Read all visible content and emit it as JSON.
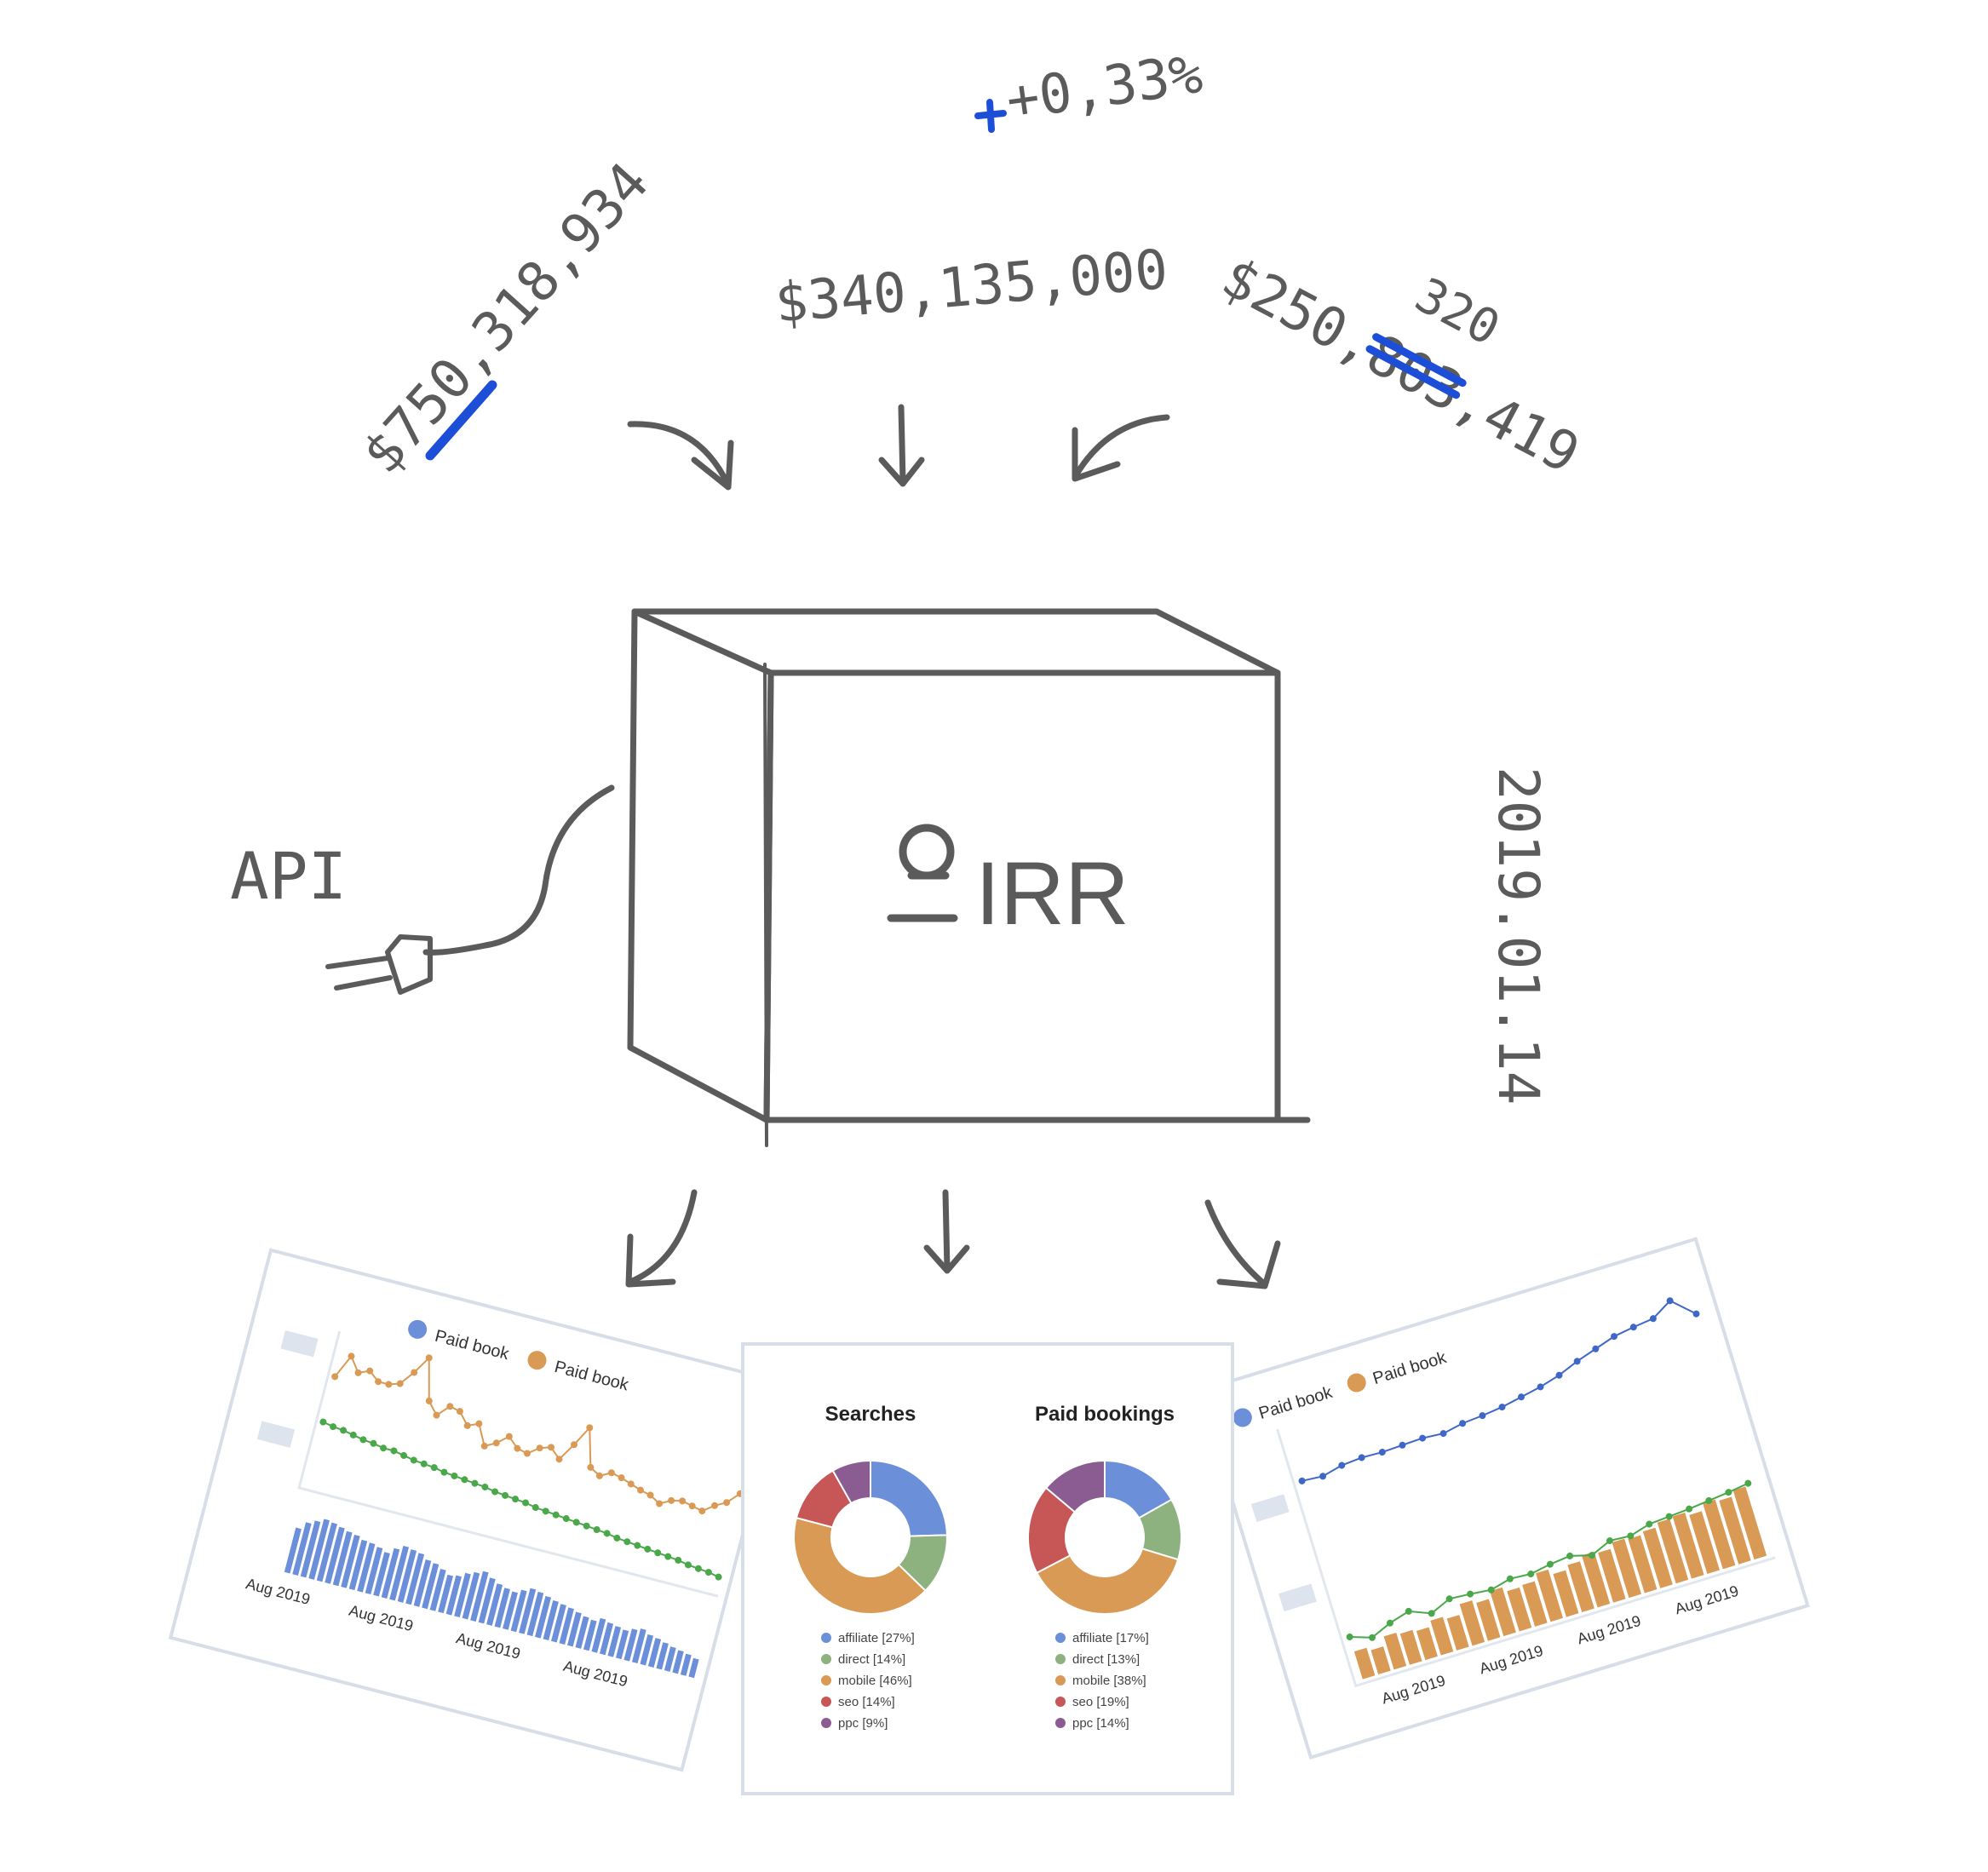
{
  "figures": {
    "change_pct": "+0,33%",
    "value_left": "$750,318,934",
    "value_center": "$340,135,000",
    "value_right_prefix": "$250,",
    "value_right_struck": "803",
    "value_right_suffix": ",419",
    "value_right_correction": "320",
    "api_label": "API",
    "date_label": "2019.01.14",
    "logo_text": "IRR"
  },
  "colors": {
    "sketch": "#5b5b5b",
    "pen_blue": "#1d4ed8",
    "card_border": "#d7dee8",
    "affiliate": "#6b8fd9",
    "direct": "#8db27f",
    "mobile": "#d89a55",
    "seo": "#c75656",
    "ppc": "#8a5c92",
    "line_green": "#4aa84a"
  },
  "cards": {
    "left": {
      "legend": [
        "Paid book",
        "Paid book"
      ],
      "dates": [
        "Aug 2019",
        "Aug 2019",
        "Aug 2019",
        "Aug 2019"
      ]
    },
    "right": {
      "legend": [
        "Paid book",
        "Paid book"
      ],
      "dates": [
        "Aug 2019",
        "Aug 2019",
        "Aug 2019",
        "Aug 2019"
      ]
    },
    "center": {
      "titles": [
        "Searches",
        "Paid bookings"
      ]
    }
  },
  "chart_data": [
    {
      "type": "pie",
      "title": "Searches",
      "categories": [
        "affiliate",
        "direct",
        "mobile",
        "seo",
        "ppc"
      ],
      "values": [
        27,
        14,
        46,
        14,
        9
      ],
      "legend": [
        "affiliate [27%]",
        "direct [14%]",
        "mobile [46%]",
        "seo [14%]",
        "ppc [9%]"
      ]
    },
    {
      "type": "pie",
      "title": "Paid bookings",
      "categories": [
        "affiliate",
        "direct",
        "mobile",
        "seo",
        "ppc"
      ],
      "values": [
        17,
        13,
        38,
        19,
        14
      ],
      "legend": [
        "affiliate [17%]",
        "direct [13%]",
        "mobile [38%]",
        "seo [19%]",
        "ppc [14%]"
      ]
    },
    {
      "type": "line",
      "series": [
        {
          "name": "Paid book",
          "values": [
            30,
            50,
            38,
            42,
            35,
            35,
            38,
            50,
            65,
            30,
            20,
            30,
            28,
            18,
            22,
            5,
            10,
            18,
            10,
            8,
            15,
            18,
            10,
            25,
            42,
            10,
            5,
            10,
            8,
            5,
            2,
            0,
            -5,
            0,
            2,
            0,
            -2,
            5,
            10,
            20
          ]
        },
        {
          "name": "Paid book",
          "values": [
            60,
            58,
            57,
            55,
            53,
            52,
            50,
            50,
            48,
            46,
            45,
            44,
            42,
            41,
            40,
            39,
            38,
            36,
            35,
            34,
            33,
            31,
            30,
            29,
            28,
            27,
            26,
            25,
            24,
            22,
            21,
            20,
            19,
            18,
            17,
            16,
            14,
            13,
            12,
            10
          ]
        }
      ]
    },
    {
      "type": "bar",
      "values": [
        60,
        70,
        75,
        80,
        78,
        75,
        72,
        70,
        66,
        65,
        62,
        58,
        66,
        72,
        70,
        68,
        62,
        60,
        55,
        50,
        52,
        58,
        62,
        66,
        60,
        55,
        52,
        50,
        55,
        60,
        58,
        55,
        52,
        50,
        48,
        45,
        42,
        40,
        45,
        42,
        40,
        38,
        42,
        45,
        40,
        38,
        35,
        32,
        30,
        28,
        25
      ]
    },
    {
      "type": "line",
      "series": [
        {
          "name": "Paid book",
          "values": [
            30,
            28,
            34,
            36,
            35,
            36,
            37,
            35,
            40,
            42,
            45,
            50,
            55,
            62,
            72,
            80,
            88,
            92,
            95,
            110,
            85
          ]
        },
        {
          "name": "Paid book",
          "values": [
            20,
            10,
            22,
            30,
            18,
            30,
            28,
            25,
            32,
            30,
            35,
            38,
            30,
            42,
            40,
            48,
            50,
            52,
            55,
            58,
            62
          ]
        }
      ]
    },
    {
      "type": "bar",
      "values": [
        40,
        35,
        48,
        45,
        42,
        50,
        46,
        60,
        55,
        65,
        58,
        60,
        70,
        62,
        68,
        75,
        72,
        80,
        78,
        82,
        88,
        90,
        85,
        95,
        92,
        100
      ]
    }
  ]
}
